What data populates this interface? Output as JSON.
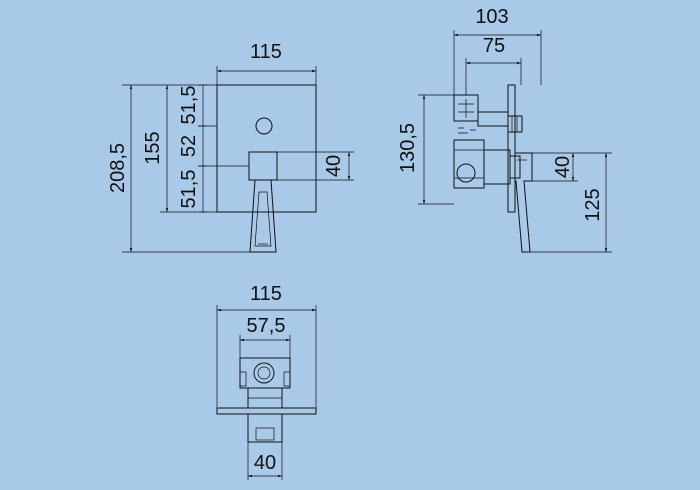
{
  "background": "#a9c9e8",
  "line_color": "#111111",
  "front_view": {
    "width": "115",
    "total_height": "208,5",
    "plate_height": "155",
    "segment_top": "51,5",
    "segment_middle": "52",
    "segment_bottom": "51,5",
    "handle_height": "40"
  },
  "side_view": {
    "total_depth": "103",
    "body_depth": "75",
    "body_height": "130,5",
    "handle_height": "40",
    "handle_offset": "125"
  },
  "top_view": {
    "width": "115",
    "body_width": "57,5",
    "handle_width": "40"
  }
}
